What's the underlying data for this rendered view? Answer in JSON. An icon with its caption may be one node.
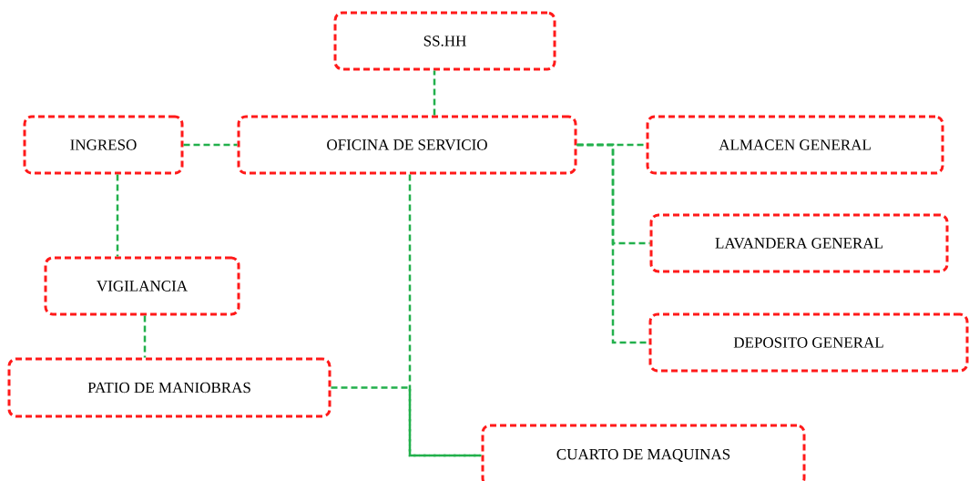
{
  "diagram": {
    "nodes": [
      {
        "text": [
          "SS.HH"
        ]
      },
      {
        "text": [
          "INGRESO"
        ]
      },
      {
        "text": [
          "OFICINA DE SERVICIO"
        ]
      },
      {
        "text": [
          "ALMACEN GENERAL"
        ]
      },
      {
        "text": [
          "LAVANDERA GENERAL"
        ]
      },
      {
        "text": [
          "VIGILANCIA"
        ]
      },
      {
        "text": [
          "DEPOSITO GENERAL"
        ]
      },
      {
        "text": [
          "PATIO DE MANIOBRAS"
        ]
      },
      {
        "text": [
          "CUARTO DE MAQUINAS"
        ]
      }
    ],
    "edges": [
      {
        "from": 2,
        "to": 0,
        "arrow": "none",
        "style": "dashed"
      },
      {
        "from": 1,
        "to": 2,
        "arrow": "none",
        "style": "dashed"
      },
      {
        "from": 2,
        "to": 3,
        "arrow": "none",
        "style": "dashed"
      },
      {
        "from": 2,
        "to": 4,
        "arrow": "none",
        "style": "dashed"
      },
      {
        "from": 2,
        "to": 6,
        "arrow": "none",
        "style": "dashed"
      },
      {
        "from": 1,
        "to": 5,
        "arrow": "none",
        "style": "dashed"
      },
      {
        "from": 5,
        "to": 7,
        "arrow": "none",
        "style": "dashed"
      },
      {
        "from": 2,
        "to": 8,
        "arrow": "none",
        "style": "dashed"
      },
      {
        "from": 7,
        "to": 8,
        "arrow": "none",
        "style": "dashed"
      }
    ]
  }
}
